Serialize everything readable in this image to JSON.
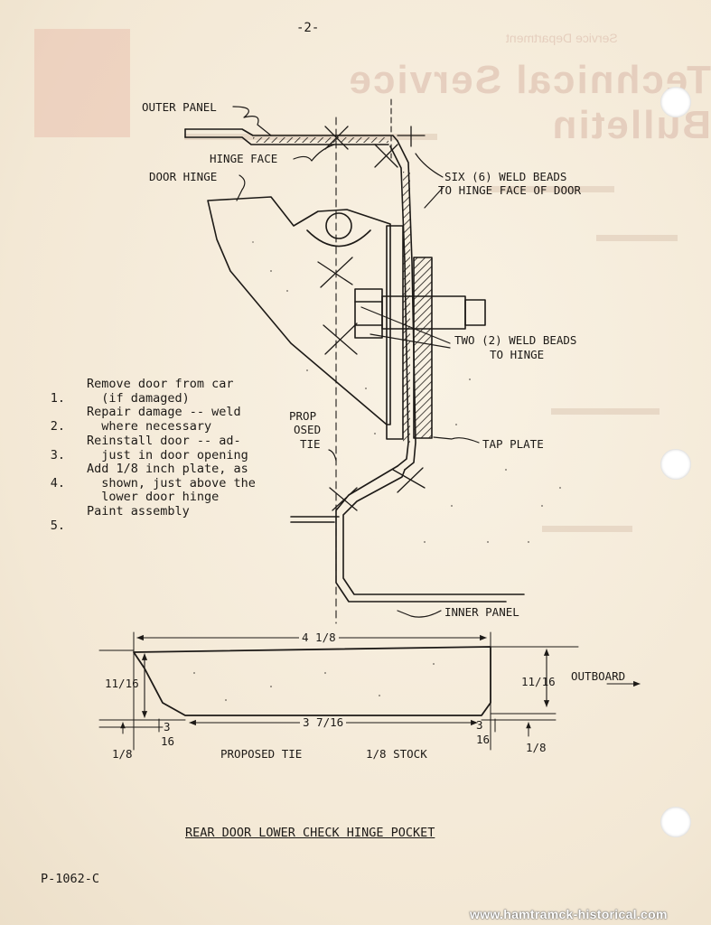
{
  "page": {
    "page_number": "-2-",
    "document_code": "P-1062-C",
    "watermark": "www.hamtramck-historical.com"
  },
  "bleed_through": {
    "department": "Service Department",
    "bulletin": "Technical Service Bulletin"
  },
  "upper_figure": {
    "labels": {
      "outer_panel": "OUTER PANEL",
      "hinge_face": "HINGE FACE",
      "door_hinge": "DOOR HINGE",
      "six_weld_beads_1": "SIX (6) WELD BEADS",
      "six_weld_beads_2": "TO HINGE FACE OF DOOR",
      "two_weld_beads_1": "TWO (2) WELD BEADS",
      "two_weld_beads_2": "TO HINGE",
      "proposed_tie_1": "PROP",
      "proposed_tie_2": "OSED",
      "proposed_tie_3": "TIE",
      "tap_plate": "TAP PLATE",
      "inner_panel": "INNER PANEL"
    }
  },
  "steps": [
    {
      "num": "1.",
      "lines": [
        "Remove door from car",
        "  (if damaged)"
      ]
    },
    {
      "num": "2.",
      "lines": [
        "Repair damage -- weld",
        "  where necessary"
      ]
    },
    {
      "num": "3.",
      "lines": [
        "Reinstall door -- ad-",
        "  just in door opening"
      ]
    },
    {
      "num": "4.",
      "lines": [
        "Add 1/8 inch plate, as",
        "  shown, just above the",
        "  lower door hinge"
      ]
    },
    {
      "num": "5.",
      "lines": [
        "Paint assembly"
      ]
    }
  ],
  "lower_figure": {
    "overall_length": "4 1/8",
    "bottom_length": "3 7/16",
    "left_height": "11/16",
    "right_height": "11/16",
    "outboard": "OUTBOARD",
    "small_dim_top": "3",
    "small_dim_bottom": "16",
    "thickness": "1/8",
    "proposed_tie": "PROPOSED TIE",
    "stock": "1/8 STOCK"
  },
  "title": "REAR DOOR LOWER CHECK HINGE POCKET"
}
